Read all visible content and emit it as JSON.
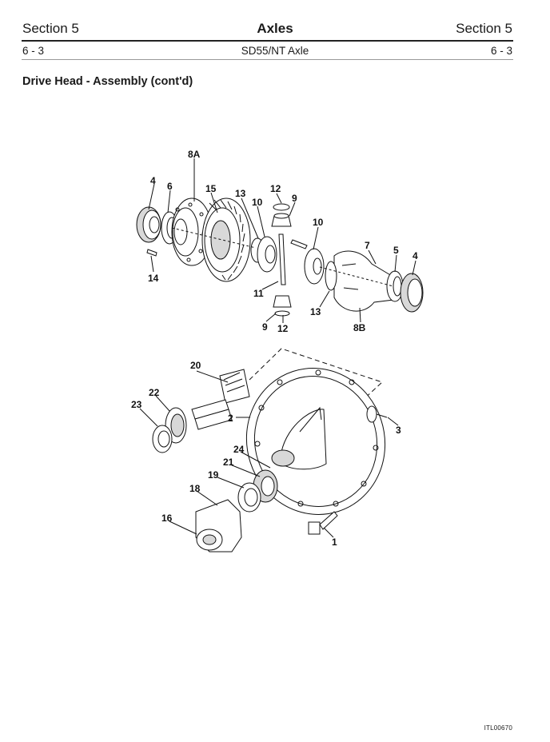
{
  "header": {
    "section_left": "Section 5",
    "title": "Axles",
    "section_right": "Section 5",
    "page_left": "6 - 3",
    "subtitle": "SD55/NT Axle",
    "page_right": "6 - 3"
  },
  "heading": "Drive Head - Assembly (cont'd)",
  "callouts": {
    "c8A": "8A",
    "c4a": "4",
    "c6": "6",
    "c15": "15",
    "c13a": "13",
    "c12a": "12",
    "c9a": "9",
    "c10a": "10",
    "c10b": "10",
    "c7": "7",
    "c5": "5",
    "c4b": "4",
    "c14": "14",
    "c11": "11",
    "c13b": "13",
    "c9b": "9",
    "c12b": "12",
    "c8B": "8B",
    "c20": "20",
    "c22": "22",
    "c23": "23",
    "c2": "2",
    "c3": "3",
    "c24": "24",
    "c21": "21",
    "c19": "19",
    "c18": "18",
    "c16": "16",
    "c1": "1"
  },
  "figure_ref": "ITL00670"
}
